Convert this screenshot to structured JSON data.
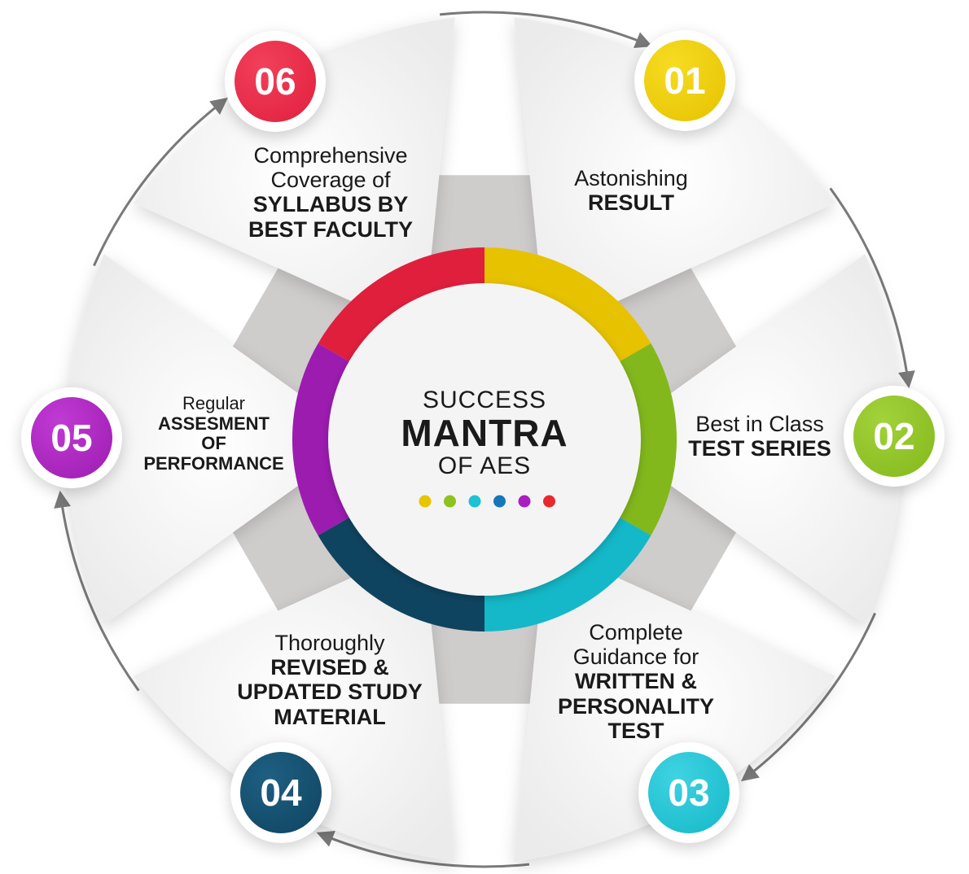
{
  "center": {
    "line1": "SUCCESS",
    "line2": "MANTRA",
    "line3": "OF AES"
  },
  "dot_colors": [
    "#e8c400",
    "#8dc21f",
    "#1ec2d2",
    "#1676b8",
    "#a81fbf",
    "#e8282f"
  ],
  "steps": [
    {
      "number": "01",
      "color": "#e6c200",
      "color_light": "#f6dc22",
      "light": [
        "Astonishing"
      ],
      "bold": [
        "RESULT"
      ]
    },
    {
      "number": "02",
      "color": "#82b81c",
      "color_light": "#a3d23a",
      "light": [
        "Best in Class"
      ],
      "bold": [
        "TEST SERIES"
      ]
    },
    {
      "number": "03",
      "color": "#14b8c8",
      "color_light": "#3fd3e2",
      "light": [
        "Complete",
        "Guidance for"
      ],
      "bold": [
        "WRITTEN &",
        "PERSONALITY",
        "TEST"
      ]
    },
    {
      "number": "04",
      "color": "#0f4460",
      "color_light": "#1e5f82",
      "light": [
        "Thoroughly"
      ],
      "bold": [
        "REVISED &",
        "UPDATED STUDY",
        "MATERIAL"
      ]
    },
    {
      "number": "05",
      "color": "#9c1cb0",
      "color_light": "#c03ad4",
      "light": [
        "Regular"
      ],
      "bold": [
        "ASSESMENT",
        "OF",
        "PERFORMANCE"
      ]
    },
    {
      "number": "06",
      "color": "#e01f3d",
      "color_light": "#f2405a",
      "light": [
        "Comprehensive",
        "Coverage of"
      ],
      "bold": [
        "SYLLABUS BY",
        "BEST FACULTY"
      ]
    }
  ]
}
